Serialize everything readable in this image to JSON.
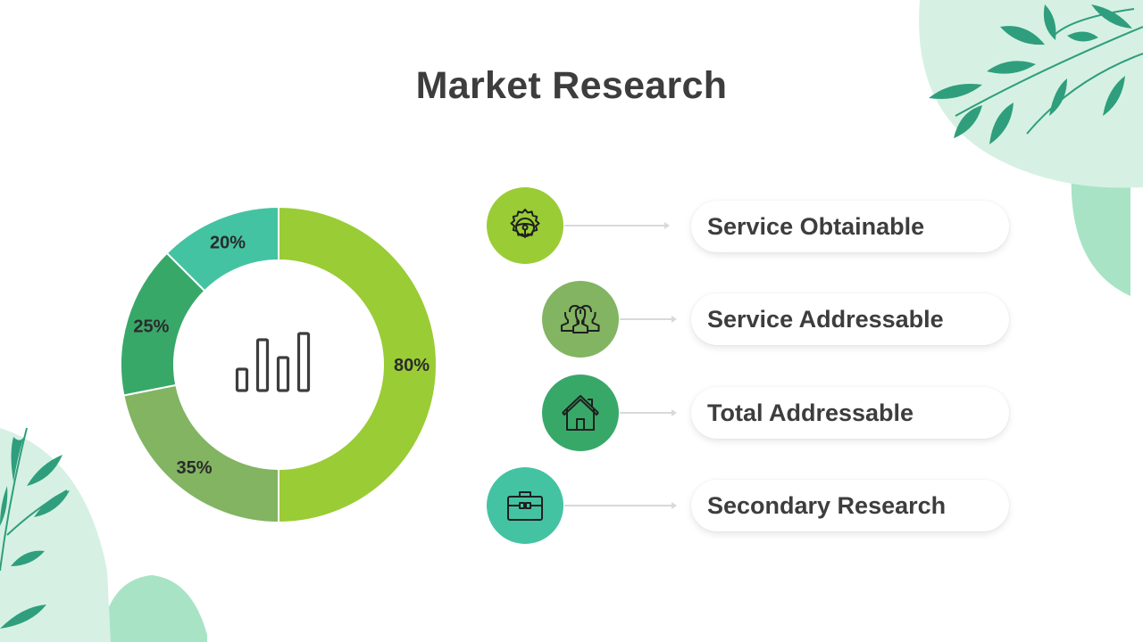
{
  "title": "Market Research",
  "colors": {
    "lime": "#9ACC35",
    "sage": "#82B462",
    "green": "#38A869",
    "teal": "#44C3A3",
    "mint_bg": "#D6F1E3",
    "leaf": "#2F9E7C",
    "text": "#3D3D3D"
  },
  "chart_data": {
    "type": "pie",
    "variant": "donut",
    "center_icon": "bar-chart-icon",
    "slices": [
      {
        "label": "80%",
        "value": 80,
        "color": "#9ACC35"
      },
      {
        "label": "35%",
        "value": 35,
        "color": "#82B462"
      },
      {
        "label": "25%",
        "value": 25,
        "color": "#38A869"
      },
      {
        "label": "20%",
        "value": 20,
        "color": "#44C3A3"
      }
    ]
  },
  "items": [
    {
      "label": "Service Obtainable",
      "icon": "steering-wheel-icon",
      "color": "#9ACC35"
    },
    {
      "label": "Service Addressable",
      "icon": "people-icon",
      "color": "#82B462"
    },
    {
      "label": "Total Addressable",
      "icon": "house-icon",
      "color": "#38A869"
    },
    {
      "label": "Secondary Research",
      "icon": "briefcase-icon",
      "color": "#44C3A3"
    }
  ]
}
